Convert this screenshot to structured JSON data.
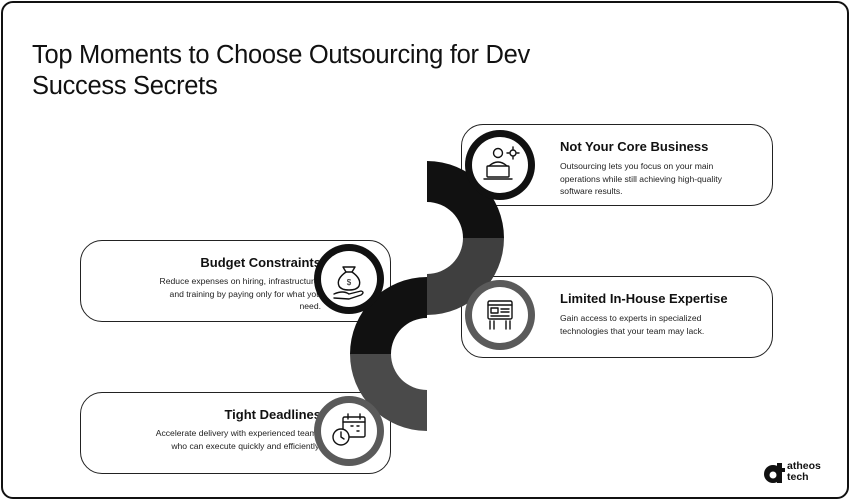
{
  "header": {
    "title_line1": "Top Moments to Choose Outsourcing for Dev",
    "title_line2": "Success Secrets"
  },
  "steps": [
    {
      "title": "Not Your Core Business",
      "description": "Outsourcing lets you focus on your main operations while still achieving high-quality software results.",
      "icon": "developer-gear-icon",
      "side": "right"
    },
    {
      "title": "Budget Constraints",
      "description": "Reduce expenses on hiring, infrastructure, and training by paying only for what you need.",
      "icon": "money-bag-hand-icon",
      "side": "left"
    },
    {
      "title": "Limited In-House Expertise",
      "description": "Gain access to experts in specialized technologies that your team may lack.",
      "icon": "web-development-hands-icon",
      "side": "right"
    },
    {
      "title": "Tight Deadlines",
      "description": "Accelerate delivery with experienced teams who can execute quickly and efficiently.",
      "icon": "clock-calendar-icon",
      "side": "left"
    }
  ],
  "brand": {
    "name_line1": "atheos",
    "name_line2": "tech"
  },
  "colors": {
    "black": "#111111",
    "dark_gray": "#3f3f3f",
    "mid_gray": "#555555",
    "ring_outer": "#2b2b2b",
    "ring_gray": "#666666"
  }
}
